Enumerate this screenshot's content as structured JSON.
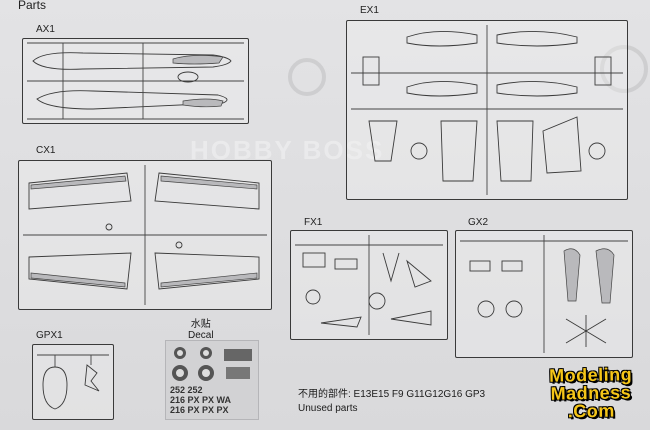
{
  "page": {
    "title": "Parts"
  },
  "sprues": {
    "ax1": {
      "label": "AX1"
    },
    "cx1": {
      "label": "CX1"
    },
    "ex1": {
      "label": "EX1"
    },
    "fx1": {
      "label": "FX1"
    },
    "gx2": {
      "label": "GX2"
    },
    "gpx1": {
      "label": "GPX1"
    }
  },
  "decal": {
    "label_cn": "水贴",
    "label_en": "Decal",
    "sheet_codes": [
      "252 252",
      "216 PX PX WA",
      "216 PX PX PX"
    ]
  },
  "unused": {
    "label_cn": "不用的部件: E13E15 F9 G11G12G16 GP3",
    "label_en": "Unused parts"
  },
  "logo": {
    "line1": "Modeling",
    "line2": "Madness",
    "line3": ".Com",
    "color": "#f5c518"
  },
  "watermark": {
    "text": "HOBBY BOSS"
  }
}
